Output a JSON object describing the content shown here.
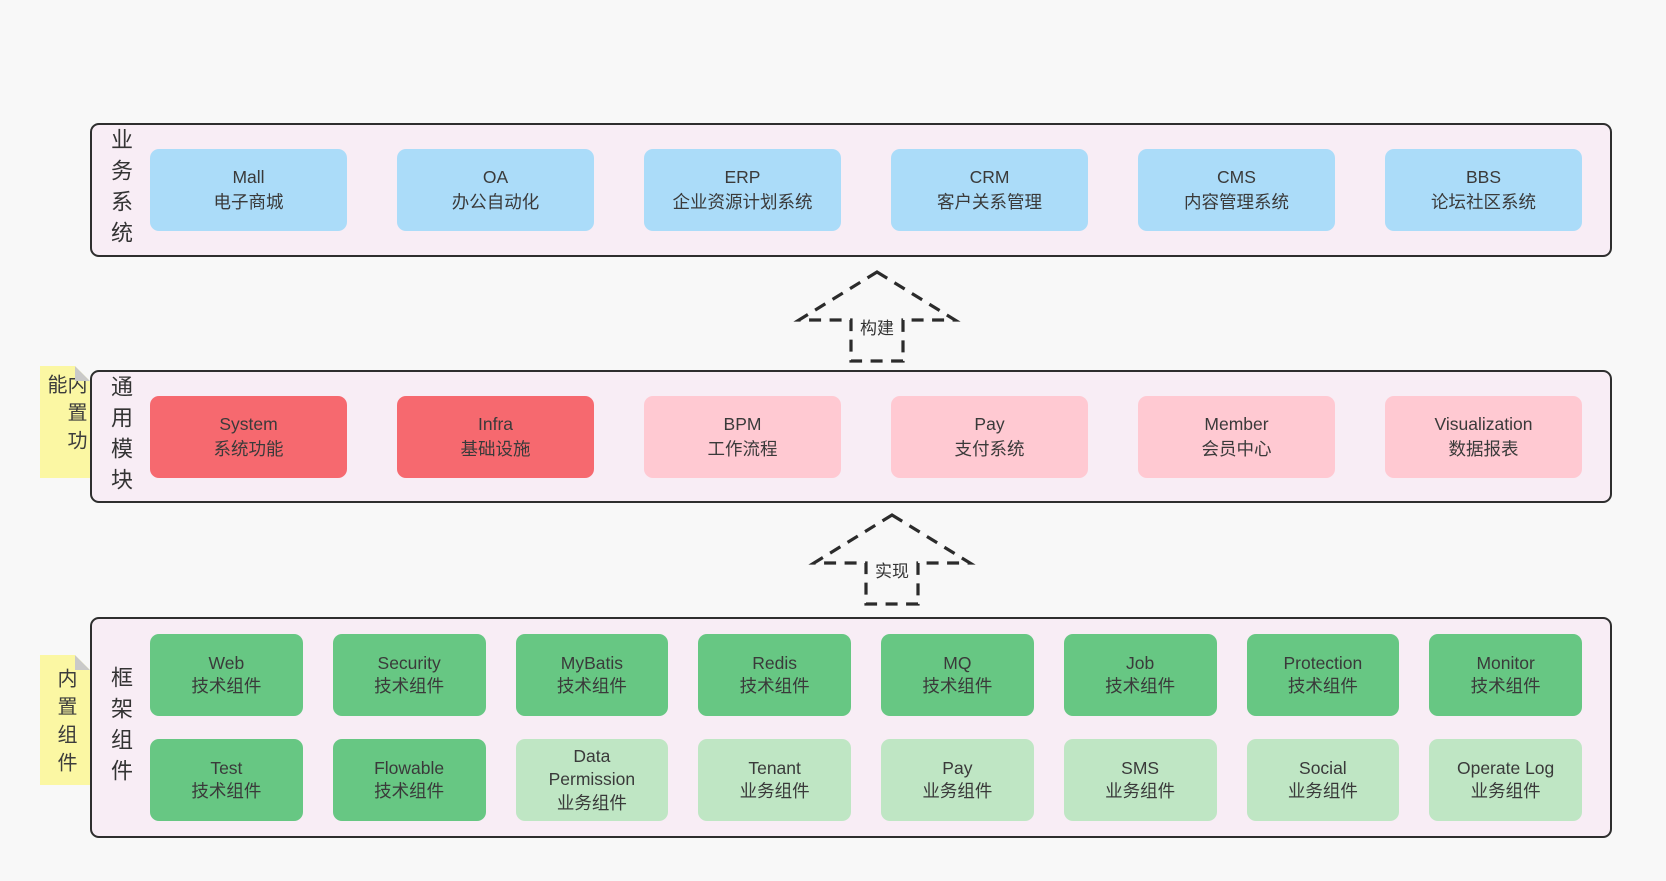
{
  "colors": {
    "page_bg": "#f8f8f8",
    "container_bg": "#f8edf5",
    "container_border": "#2e2e2e",
    "business_box": "#abdcf9",
    "core_module_box": "#f6696f",
    "optional_module_box": "#ffc9d2",
    "tech_component_box": "#67c783",
    "biz_component_box": "#bfe6c4",
    "sticky_note": "#fbf7a3",
    "sticky_fold": "#c9c9c9"
  },
  "arrows": [
    {
      "label": "构建"
    },
    {
      "label": "实现"
    }
  ],
  "layers": [
    {
      "label": "业务系统",
      "boxes": [
        {
          "name": "Mall",
          "desc": "电子商城"
        },
        {
          "name": "OA",
          "desc": "办公自动化"
        },
        {
          "name": "ERP",
          "desc": "企业资源计划系统"
        },
        {
          "name": "CRM",
          "desc": "客户关系管理"
        },
        {
          "name": "CMS",
          "desc": "内容管理系统"
        },
        {
          "name": "BBS",
          "desc": "论坛社区系统"
        }
      ]
    },
    {
      "label": "通用模块",
      "note": "内置功能",
      "boxes": [
        {
          "name": "System",
          "desc": "系统功能"
        },
        {
          "name": "Infra",
          "desc": "基础设施"
        },
        {
          "name": "BPM",
          "desc": "工作流程"
        },
        {
          "name": "Pay",
          "desc": "支付系统"
        },
        {
          "name": "Member",
          "desc": "会员中心"
        },
        {
          "name": "Visualization",
          "desc": "数据报表"
        }
      ]
    },
    {
      "label": "框架组件",
      "note": "内置组件",
      "rows": [
        [
          {
            "name": "Web",
            "desc": "技术组件"
          },
          {
            "name": "Security",
            "desc": "技术组件"
          },
          {
            "name": "MyBatis",
            "desc": "技术组件"
          },
          {
            "name": "Redis",
            "desc": "技术组件"
          },
          {
            "name": "MQ",
            "desc": "技术组件"
          },
          {
            "name": "Job",
            "desc": "技术组件"
          },
          {
            "name": "Protection",
            "desc": "技术组件"
          },
          {
            "name": "Monitor",
            "desc": "技术组件"
          }
        ],
        [
          {
            "name": "Test",
            "desc": "技术组件"
          },
          {
            "name": "Flowable",
            "desc": "技术组件"
          },
          {
            "name": "Data Permission",
            "desc": "业务组件"
          },
          {
            "name": "Tenant",
            "desc": "业务组件"
          },
          {
            "name": "Pay",
            "desc": "业务组件"
          },
          {
            "name": "SMS",
            "desc": "业务组件"
          },
          {
            "name": "Social",
            "desc": "业务组件"
          },
          {
            "name": "Operate Log",
            "desc": "业务组件"
          }
        ]
      ]
    }
  ]
}
